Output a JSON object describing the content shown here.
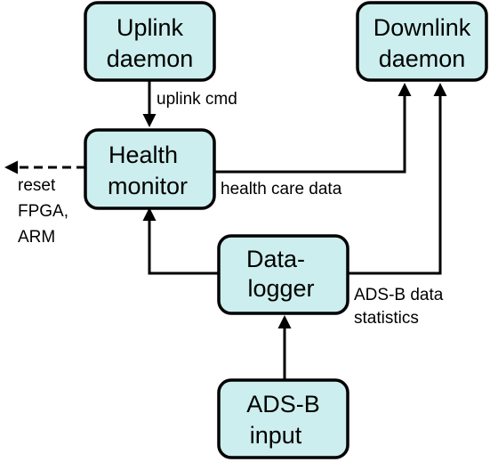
{
  "nodes": {
    "uplink": {
      "line1": "Uplink",
      "line2": "daemon"
    },
    "downlink": {
      "line1": "Downlink",
      "line2": "daemon"
    },
    "health": {
      "line1": "Health",
      "line2": "monitor"
    },
    "datalogger": {
      "line1": "Data-",
      "line2": "logger"
    },
    "adsb": {
      "line1": "ADS-B",
      "line2": "input"
    }
  },
  "edge_labels": {
    "uplink_cmd": "uplink cmd",
    "health_care_data": "health care data",
    "adsb_stats_line1": "ADS-B data",
    "adsb_stats_line2": "statistics",
    "reset_line1": "reset",
    "reset_line2": "FPGA,",
    "reset_line3": "ARM"
  },
  "colors": {
    "node_fill": "#cdeeee",
    "stroke": "#000000"
  }
}
